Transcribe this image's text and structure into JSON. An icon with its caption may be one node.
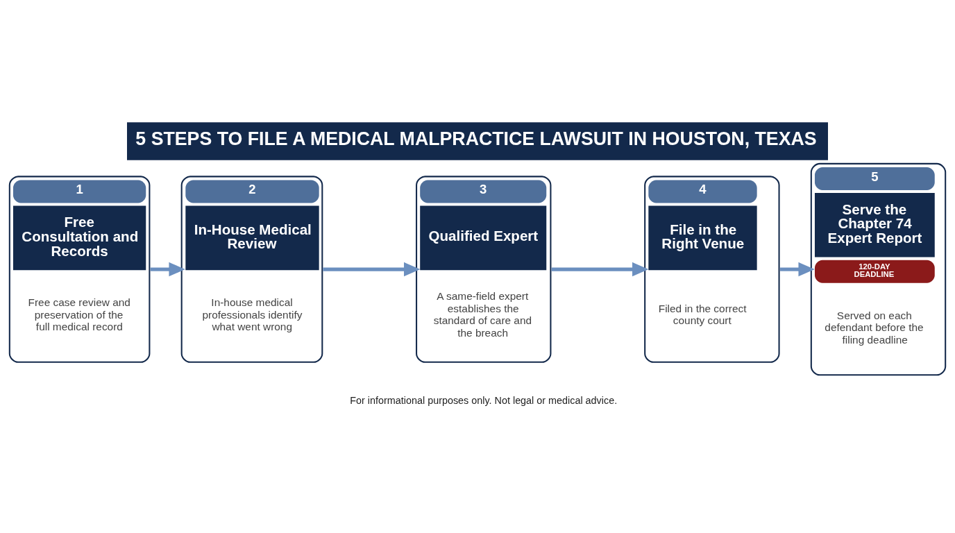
{
  "diagram": {
    "title": "5 STEPS TO FILE A MEDICAL MALPRACTICE LAWSUIT IN HOUSTON, TEXAS",
    "nodes": [
      {
        "text": [
          "1",
          "Free Consultation and Records",
          "Free case review and preservation of the full medical record"
        ]
      },
      {
        "text": [
          "2",
          "In-House Medical Review",
          "In-house medical professionals identify what went wrong"
        ]
      },
      {
        "text": [
          "3",
          "Qualified Expert",
          "A same-field expert establishes the standard of care and the breach"
        ]
      },
      {
        "text": [
          "4",
          "File in the Right Venue",
          "Filed in the correct county court"
        ]
      },
      {
        "text": [
          "5",
          "Serve the Chapter 74 Expert Report",
          "120-DAY DEADLINE",
          "Served on each defendant before the filing deadline"
        ]
      }
    ],
    "edges": [
      {
        "from": 0,
        "to": 1,
        "arrow": "to"
      },
      {
        "from": 1,
        "to": 2,
        "arrow": "to"
      },
      {
        "from": 2,
        "to": 3,
        "arrow": "to"
      },
      {
        "from": 3,
        "to": 4,
        "arrow": "to"
      }
    ],
    "labels": [
      "For informational purposes only. Not legal or medical advice."
    ]
  }
}
